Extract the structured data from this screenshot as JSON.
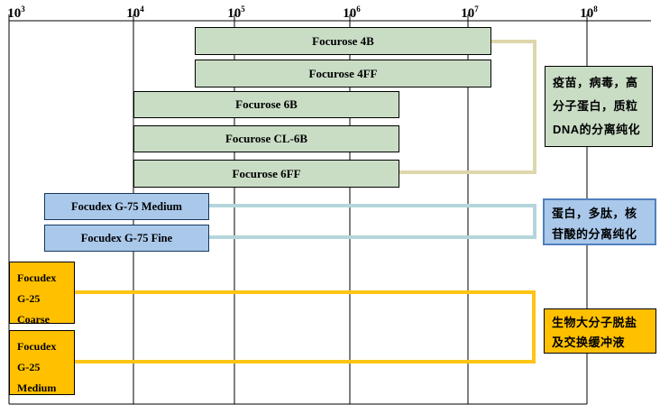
{
  "chart_data": {
    "type": "range-bar",
    "x_scale": "log10",
    "grid": true,
    "x_axis": {
      "min_exponent": 3,
      "max_exponent": 8,
      "ticks": [
        {
          "base": "10",
          "exp": "3"
        },
        {
          "base": "10",
          "exp": "4"
        },
        {
          "base": "10",
          "exp": "5"
        },
        {
          "base": "10",
          "exp": "6"
        },
        {
          "base": "10",
          "exp": "7"
        },
        {
          "base": "10",
          "exp": "8"
        }
      ]
    },
    "bars": [
      {
        "label": "Focurose 4B",
        "group": "focurose-4",
        "log10_start": 4.6,
        "log10_end": 7.2
      },
      {
        "label": "Focurose 4FF",
        "group": "focurose-4",
        "log10_start": 4.6,
        "log10_end": 7.2
      },
      {
        "label": "Focurose 6B",
        "group": "focurose-6",
        "log10_start": 4.0,
        "log10_end": 6.4
      },
      {
        "label": "Focurose CL-6B",
        "group": "focurose-6",
        "log10_start": 4.0,
        "log10_end": 6.4
      },
      {
        "label": "Focurose 6FF",
        "group": "focurose-6",
        "log10_start": 4.0,
        "log10_end": 6.4
      },
      {
        "label": "Focudex G-75 Medium",
        "group": "focudex-g75",
        "log10_start": 3.3,
        "log10_end": 4.75
      },
      {
        "label": "Focudex G-75 Fine",
        "group": "focudex-g75",
        "log10_start": 3.3,
        "log10_end": 4.75
      },
      {
        "label": "Focudex G-25 Coarse",
        "group": "focudex-g25",
        "log10_start": 3.0,
        "log10_end": 3.5
      },
      {
        "label": "Focudex G-25 Medium",
        "group": "focudex-g25",
        "log10_start": 3.0,
        "log10_end": 3.5
      }
    ],
    "annotations": [
      {
        "text": "疫苗，病毒，高分子蛋白，质粒DNA的分离纯化",
        "applies_to": "Focurose 4B / 4FF / 6B / CL-6B / 6FF",
        "fill": "#c9ddc5"
      },
      {
        "text": "蛋白，多肽，核苷酸的分离纯化",
        "applies_to": "Focudex G-75 Medium / Fine",
        "fill": "#aac8ea"
      },
      {
        "text": "生物大分子脱盐及交换缓冲液",
        "applies_to": "Focudex G-25 Coarse / Medium",
        "fill": "#ffc000"
      }
    ]
  },
  "colors": {
    "green_fill": "#c9ddc5",
    "blue_fill": "#aac8ea",
    "gold_fill": "#ffc000",
    "tan_bracket": "#ded7ac",
    "blue_bracket": "#b4d6da",
    "gold_bracket": "#ffc414",
    "blue_box_border": "#4f81bd",
    "axis_line": "#000000"
  }
}
